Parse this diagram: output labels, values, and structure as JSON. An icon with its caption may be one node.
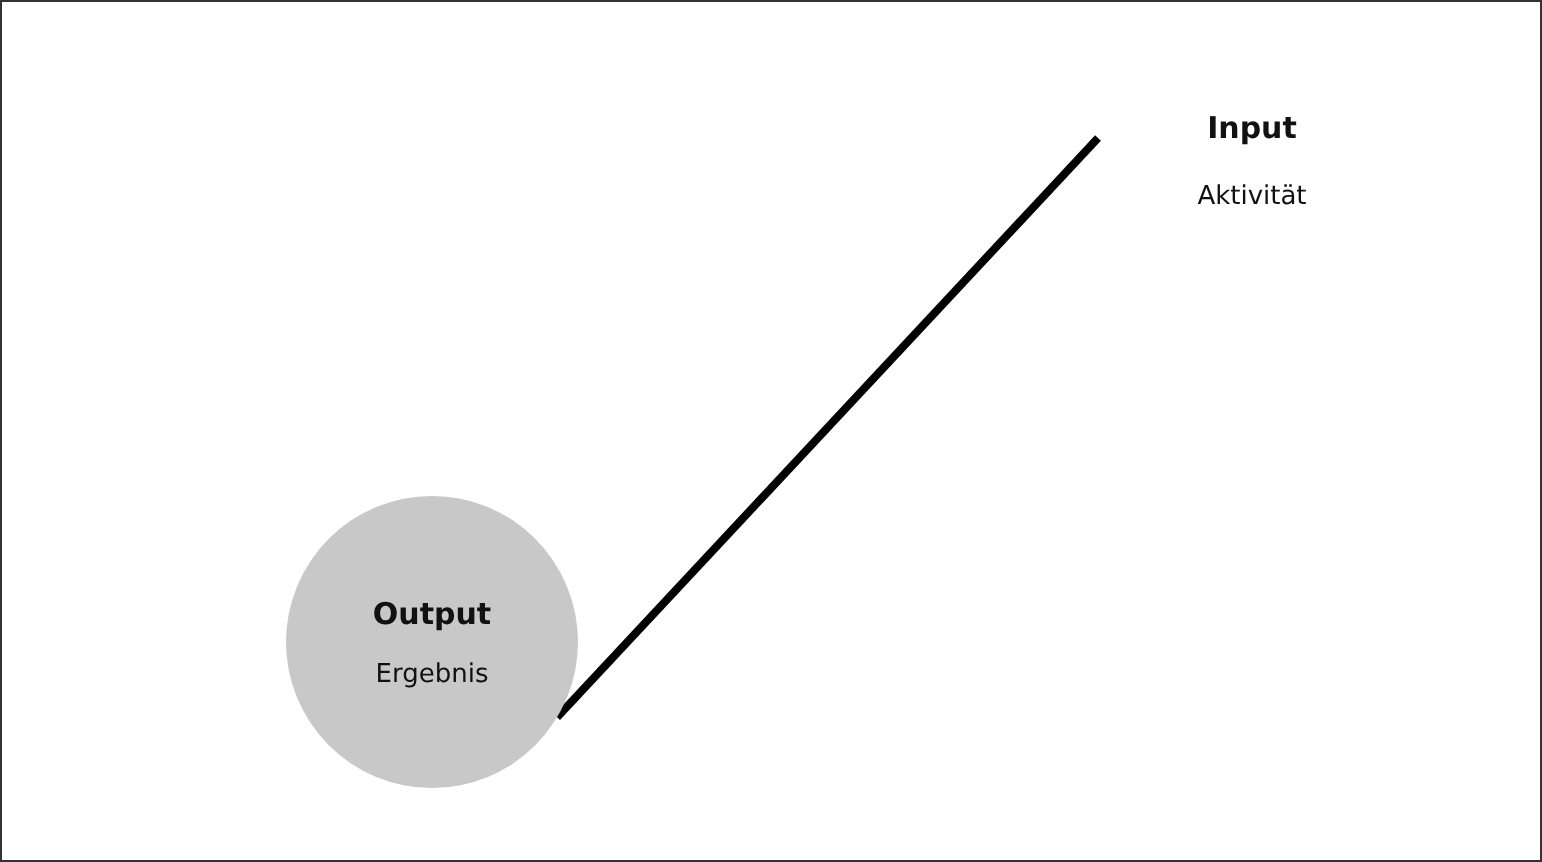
{
  "diagram": {
    "nodes": [
      {
        "text": [
          "Input",
          "Aktivität"
        ]
      },
      {
        "text": [
          "Output",
          "Ergebnis"
        ]
      }
    ],
    "edges": [
      {
        "from": 0,
        "to": 1,
        "arrow": "none"
      }
    ]
  }
}
